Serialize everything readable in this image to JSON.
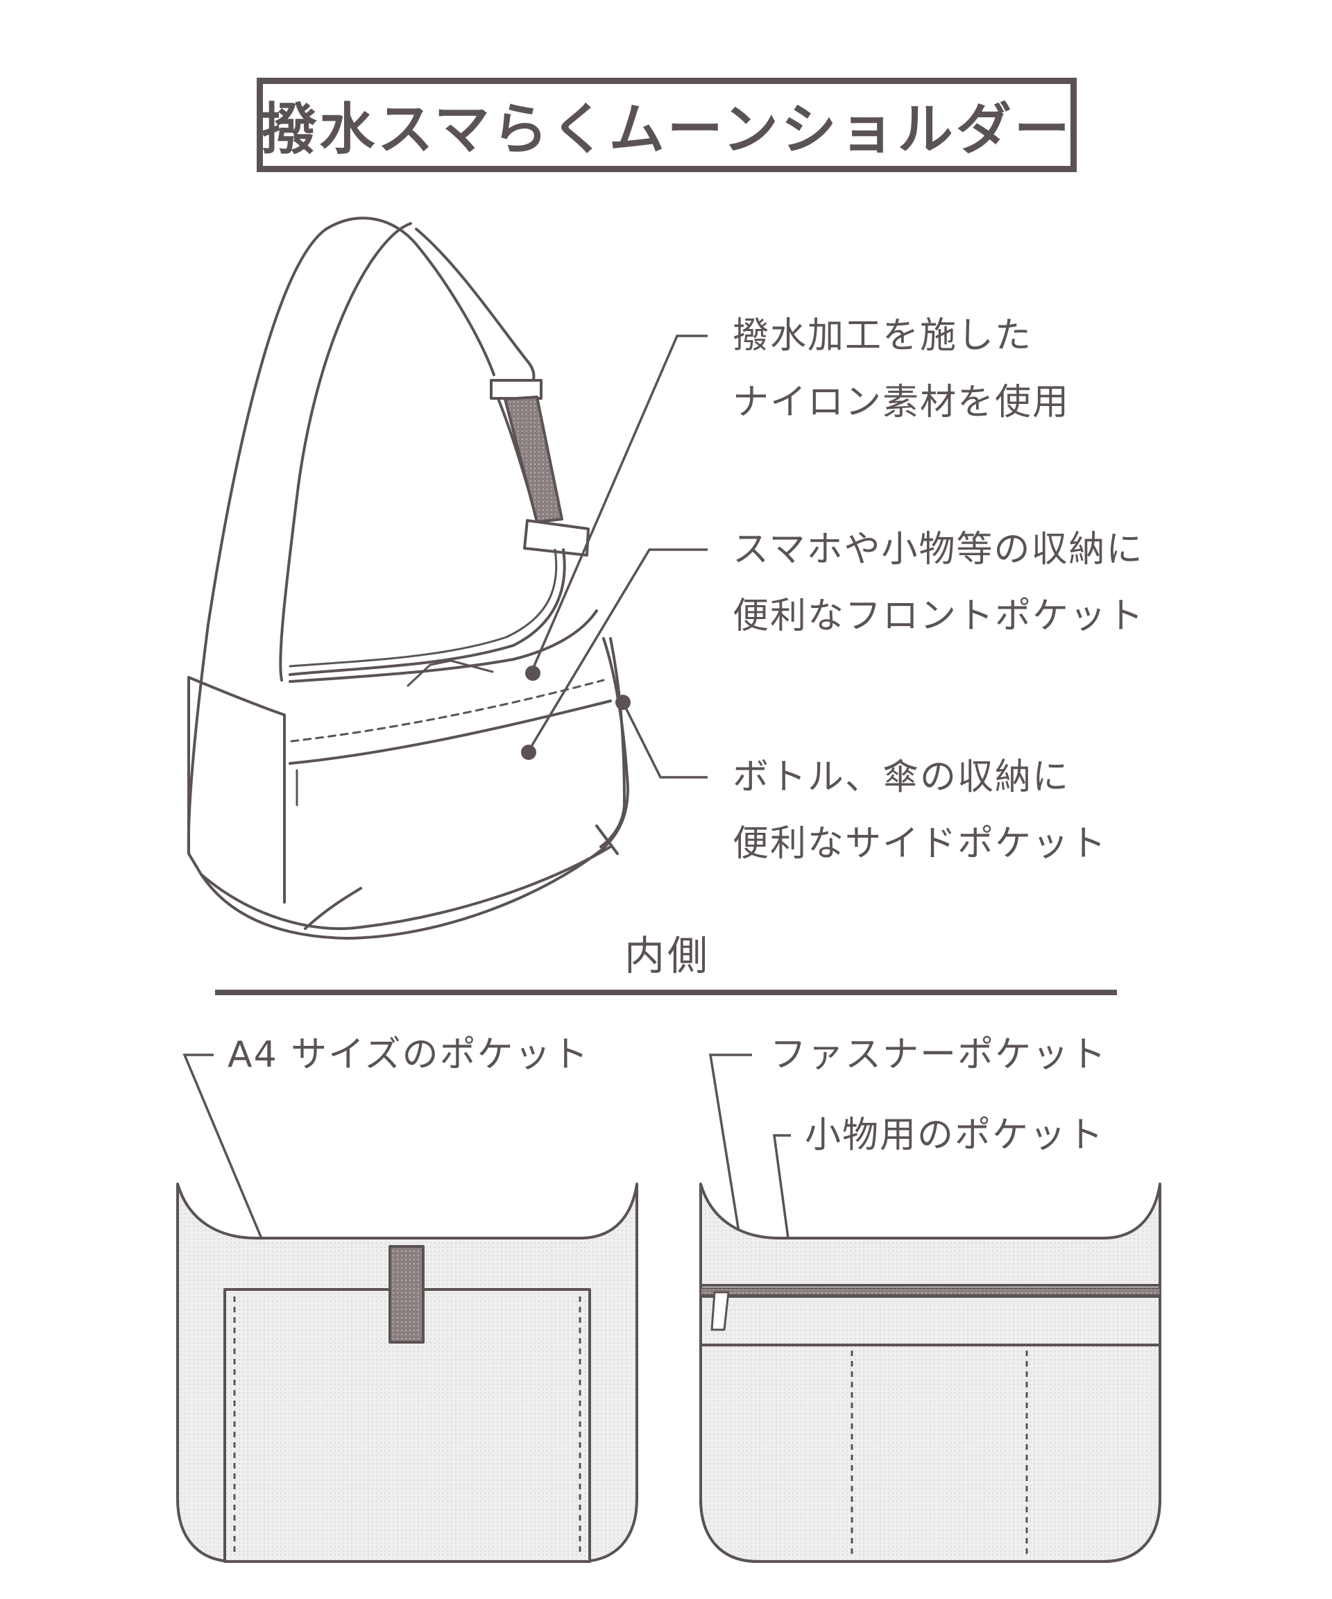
{
  "title": "撥水スマらくムーンショルダー",
  "labels": {
    "material": [
      "撥水加工を施した",
      "ナイロン素材を使用"
    ],
    "front_pocket": [
      "スマホや小物等の収納に",
      "便利なフロントポケット"
    ],
    "side_pocket": [
      "ボトル、傘の収納に",
      "便利なサイドポケット"
    ],
    "inner_section": "内側",
    "a4_pocket": "A4 サイズのポケット",
    "zipper_pocket": "ファスナーポケット",
    "small_pocket": "小物用のポケット"
  },
  "colors": {
    "line": "#5b5353",
    "fill_light": "#f2f2f2",
    "fill_dark": "#8a8080",
    "background": "#ffffff"
  }
}
